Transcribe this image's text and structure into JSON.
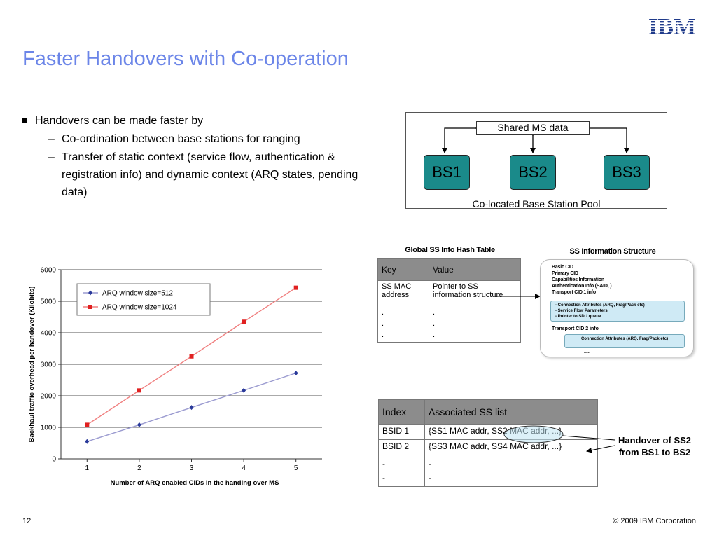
{
  "slide": {
    "title": "Faster Handovers with Co-operation",
    "logo_text": "IBM",
    "page_number": "12",
    "copyright": "© 2009 IBM Corporation"
  },
  "bullets": {
    "main": "Handovers can be made faster by",
    "subs": [
      "Co-ordination between base stations for ranging",
      "Transfer of static context (service flow, authentication & registration info) and dynamic context (ARQ states, pending data)"
    ],
    "dash": "–"
  },
  "pool_diagram": {
    "shared_label": "Shared MS data",
    "stations": [
      "BS1",
      "BS2",
      "BS3"
    ],
    "caption": "Co-located Base Station Pool",
    "colors": {
      "station_fill": "#1a8a8a"
    }
  },
  "hash_table": {
    "title": "Global SS Info Hash Table",
    "headers": [
      "Key",
      "Value"
    ],
    "key_cell": "SS MAC address",
    "value_cell": "Pointer to SS information structure",
    "dot": "."
  },
  "ss_info": {
    "title": "SS Information Structure",
    "lines": [
      "Basic CID",
      "Primary CID",
      "Capabilities Information",
      "Authentication Info (SAID, )",
      "Transport CID 1 info"
    ],
    "cid1_items": [
      "- Connection Attributes (ARQ, Frag/Pack etc)",
      "- Service Flow Parameters",
      "- Pointer to SDU queue ..."
    ],
    "cid2_label": "Transport CID 2 info",
    "cid2_item": "Connection Attributes (ARQ, Frag/Pack etc)",
    "ellipsis": "...."
  },
  "index_table": {
    "headers": [
      "Index",
      "Associated SS list"
    ],
    "rows": [
      [
        "BSID 1",
        "{SS1 MAC addr, SS2 MAC addr, ...}"
      ],
      [
        "BSID 2",
        "{SS3 MAC addr, SS4 MAC addr, ...}"
      ]
    ],
    "dash": "-"
  },
  "handover_note": {
    "line1": "Handover of SS2",
    "line2": "from BS1 to BS2"
  },
  "chart_data": {
    "type": "line",
    "x": [
      1,
      2,
      3,
      4,
      5
    ],
    "series": [
      {
        "name": "ARQ window size=512",
        "values": [
          550,
          1080,
          1630,
          2170,
          2720
        ],
        "color": "#2a3a9a",
        "line_color": "#9b9bd0",
        "marker": "diamond"
      },
      {
        "name": "ARQ window size=1024",
        "values": [
          1080,
          2170,
          3250,
          4350,
          5430
        ],
        "color": "#e02020",
        "line_color": "#f08080",
        "marker": "square"
      }
    ],
    "xlabel": "Number of ARQ enabled CIDs in the handing over MS",
    "ylabel": "Backhaul traffic overhead per handover (Kilobits)",
    "xticks": [
      "1",
      "2",
      "3",
      "4",
      "5"
    ],
    "yticks": [
      "0",
      "1000",
      "2000",
      "3000",
      "4000",
      "5000",
      "6000"
    ],
    "ylim": [
      0,
      6000
    ],
    "xlim": [
      0.5,
      5.5
    ],
    "grid": true,
    "legend": "top-left"
  }
}
